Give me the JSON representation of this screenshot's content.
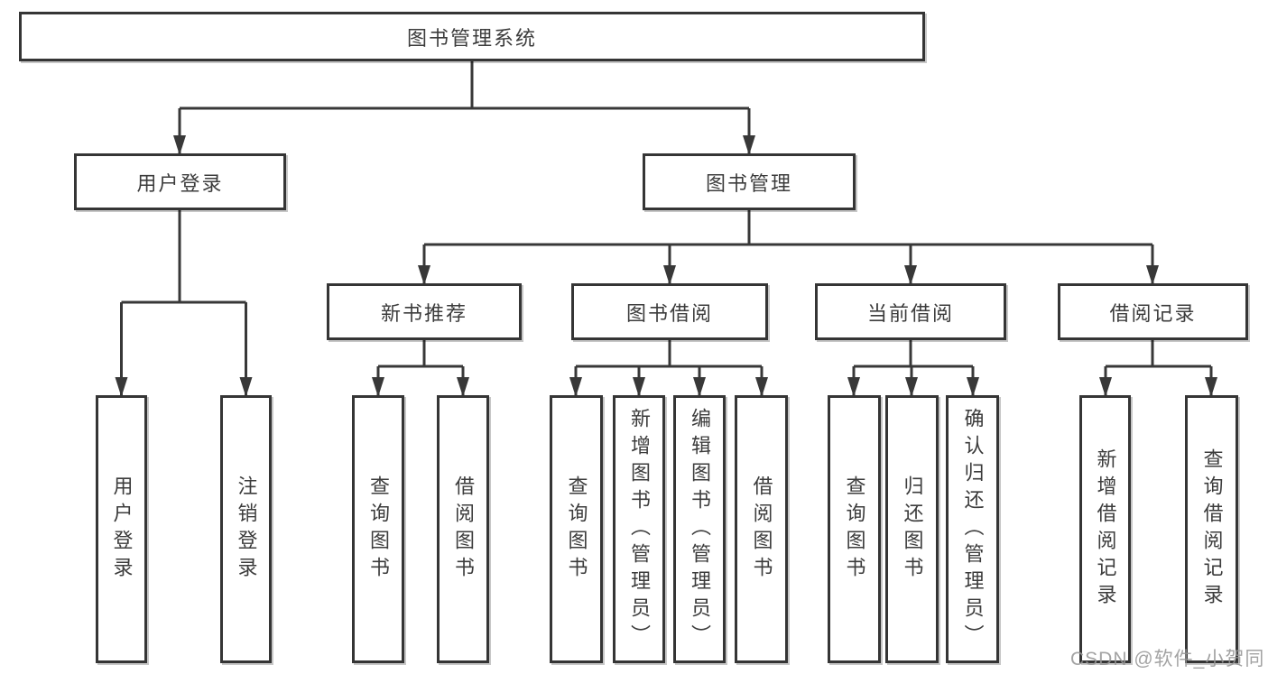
{
  "tree": {
    "label": "图书管理系统",
    "children": [
      {
        "label": "用户登录",
        "children": [
          {
            "label": "用户登录"
          },
          {
            "label": "注销登录"
          }
        ]
      },
      {
        "label": "图书管理",
        "children": [
          {
            "label": "新书推荐",
            "children": [
              {
                "label": "查询图书"
              },
              {
                "label": "借阅图书"
              }
            ]
          },
          {
            "label": "图书借阅",
            "children": [
              {
                "label": "查询图书"
              },
              {
                "label": "新增图书（管理员）"
              },
              {
                "label": "编辑图书（管理员）"
              },
              {
                "label": "借阅图书"
              }
            ]
          },
          {
            "label": "当前借阅",
            "children": [
              {
                "label": "查询图书"
              },
              {
                "label": "归还图书"
              },
              {
                "label": "确认归还（管理员）"
              }
            ]
          },
          {
            "label": "借阅记录",
            "children": [
              {
                "label": "新增借阅记录"
              },
              {
                "label": "查询借阅记录"
              }
            ]
          }
        ]
      }
    ]
  },
  "watermark": {
    "text": "CSDN @软件_小贺同学"
  },
  "colors": {
    "line": "#383838",
    "border": "#353535",
    "text": "#3c3c3c",
    "watermark": "#969696",
    "background": "#ffffff"
  }
}
